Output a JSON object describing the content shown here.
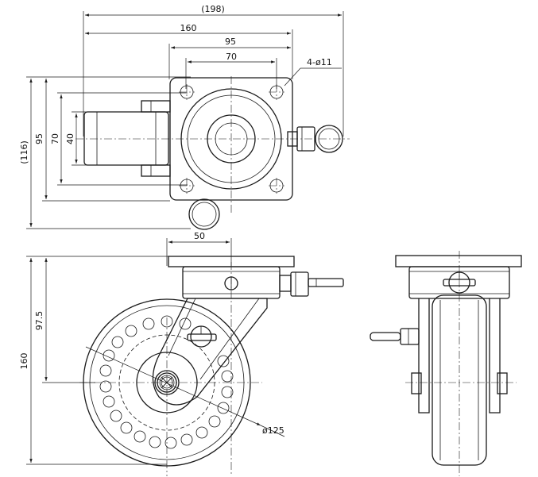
{
  "dimensions": {
    "overall_width": "(198)",
    "width_160": "160",
    "plate_95": "95",
    "holes_70": "70",
    "bolt_holes": "4-ø11",
    "overall_height": "(116)",
    "plate_height_95": "95",
    "height_70": "70",
    "height_40": "40",
    "offset_50": "50",
    "height_97_5": "97.5",
    "total_height_160": "160",
    "wheel_diameter": "ø125"
  }
}
